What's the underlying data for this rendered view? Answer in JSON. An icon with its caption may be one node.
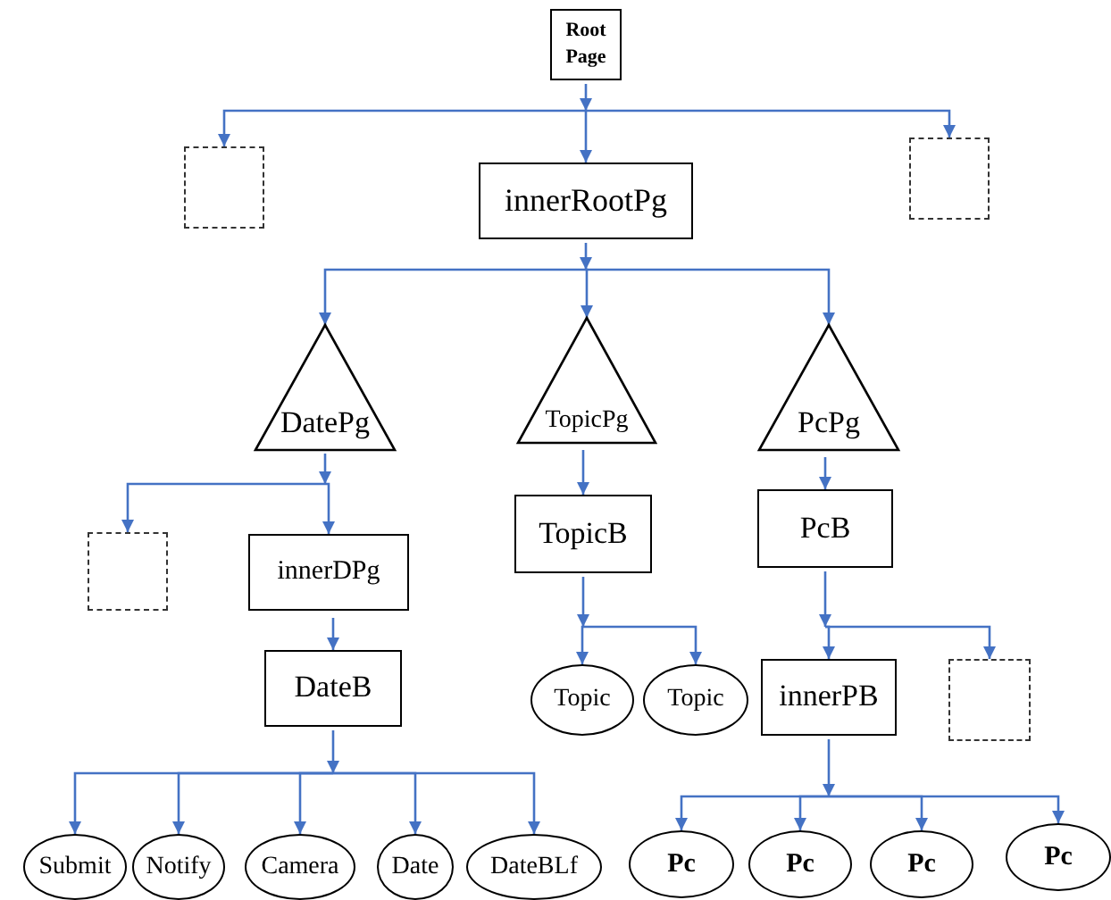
{
  "diagram": {
    "nodes": [
      {
        "text": [
          "Root Page"
        ]
      },
      {
        "text": [],
        "shape": "box"
      },
      {
        "text": [
          "innerRootPg"
        ]
      },
      {
        "text": [],
        "shape": "box"
      },
      {
        "text": [
          "DatePg"
        ]
      },
      {
        "text": [
          "TopicPg"
        ]
      },
      {
        "text": [
          "PcPg"
        ]
      },
      {
        "text": [],
        "shape": "box"
      },
      {
        "text": [
          "innerDPg"
        ]
      },
      {
        "text": [
          "TopicB"
        ]
      },
      {
        "text": [
          "PcB"
        ]
      },
      {
        "text": [
          "DateB"
        ]
      },
      {
        "text": [
          "Topic"
        ]
      },
      {
        "text": [
          "Topic"
        ]
      },
      {
        "text": [
          "innerPB"
        ]
      },
      {
        "text": [],
        "shape": "box"
      },
      {
        "text": [
          "Submit"
        ]
      },
      {
        "text": [
          "Notify"
        ]
      },
      {
        "text": [
          "Camera"
        ]
      },
      {
        "text": [
          "Date"
        ]
      },
      {
        "text": [
          "DateBLf"
        ]
      },
      {
        "text": [
          "Pc"
        ]
      },
      {
        "text": [
          "Pc"
        ]
      },
      {
        "text": [
          "Pc"
        ]
      },
      {
        "text": [
          "Pc"
        ]
      }
    ],
    "edges": [
      {
        "from": 0,
        "to": 1,
        "arrow": "to"
      },
      {
        "from": 0,
        "to": 2,
        "arrow": "to"
      },
      {
        "from": 0,
        "to": 3,
        "arrow": "to"
      },
      {
        "from": 2,
        "to": 4,
        "arrow": "to"
      },
      {
        "from": 2,
        "to": 5,
        "arrow": "to"
      },
      {
        "from": 2,
        "to": 6,
        "arrow": "to"
      },
      {
        "from": 4,
        "to": 7,
        "arrow": "to"
      },
      {
        "from": 4,
        "to": 8,
        "arrow": "to"
      },
      {
        "from": 8,
        "to": 11,
        "arrow": "to"
      },
      {
        "from": 11,
        "to": 16,
        "arrow": "to"
      },
      {
        "from": 11,
        "to": 17,
        "arrow": "to"
      },
      {
        "from": 11,
        "to": 18,
        "arrow": "to"
      },
      {
        "from": 11,
        "to": 19,
        "arrow": "to"
      },
      {
        "from": 11,
        "to": 20,
        "arrow": "to"
      },
      {
        "from": 5,
        "to": 9,
        "arrow": "to"
      },
      {
        "from": 9,
        "to": 12,
        "arrow": "to"
      },
      {
        "from": 9,
        "to": 13,
        "arrow": "to"
      },
      {
        "from": 6,
        "to": 10,
        "arrow": "to"
      },
      {
        "from": 10,
        "to": 14,
        "arrow": "to"
      },
      {
        "from": 10,
        "to": 15,
        "arrow": "to"
      },
      {
        "from": 14,
        "to": 21,
        "arrow": "to"
      },
      {
        "from": 14,
        "to": 22,
        "arrow": "to"
      },
      {
        "from": 14,
        "to": 23,
        "arrow": "to"
      },
      {
        "from": 14,
        "to": 24,
        "arrow": "to"
      }
    ]
  }
}
